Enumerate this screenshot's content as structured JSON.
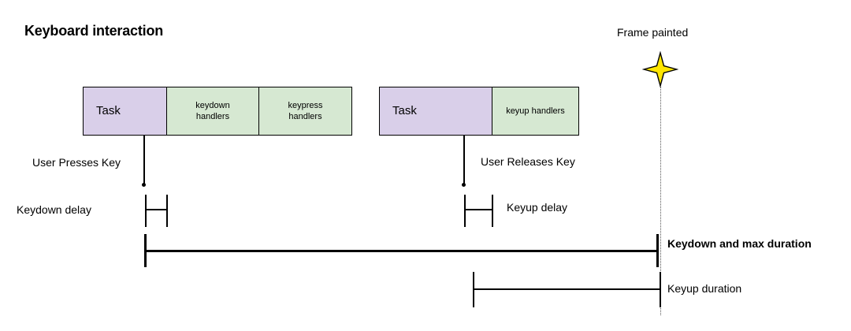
{
  "diagram": {
    "title": "Keyboard interaction",
    "colors": {
      "task_fill": "#d9cfe9",
      "handler_fill": "#d6e8d2",
      "stroke": "#000000",
      "star_fill": "#ffe600",
      "guide_line": "#555555"
    },
    "tracks": [
      {
        "id": "keydown-track",
        "cells": [
          {
            "id": "task-1",
            "label": "Task",
            "kind": "task"
          },
          {
            "id": "keydown-handlers",
            "label": "keydown\nhandlers",
            "kind": "handler"
          },
          {
            "id": "keypress-handlers",
            "label": "keypress\nhandlers",
            "kind": "handler"
          }
        ]
      },
      {
        "id": "keyup-track",
        "cells": [
          {
            "id": "task-2",
            "label": "Task",
            "kind": "task"
          },
          {
            "id": "keyup-handlers",
            "label": "keyup handlers",
            "kind": "handler"
          }
        ]
      }
    ],
    "events": {
      "press": "User Presses Key",
      "release": "User Releases Key",
      "frame_painted": "Frame painted"
    },
    "measures": [
      {
        "id": "keydown-delay",
        "label": "Keydown delay",
        "bold": false
      },
      {
        "id": "keyup-delay",
        "label": "Keyup delay",
        "bold": false
      },
      {
        "id": "keydown-max-dur",
        "label": "Keydown and max duration",
        "bold": true
      },
      {
        "id": "keyup-duration",
        "label": "Keyup duration",
        "bold": false
      }
    ],
    "star_icon": "four-point-star-icon"
  }
}
